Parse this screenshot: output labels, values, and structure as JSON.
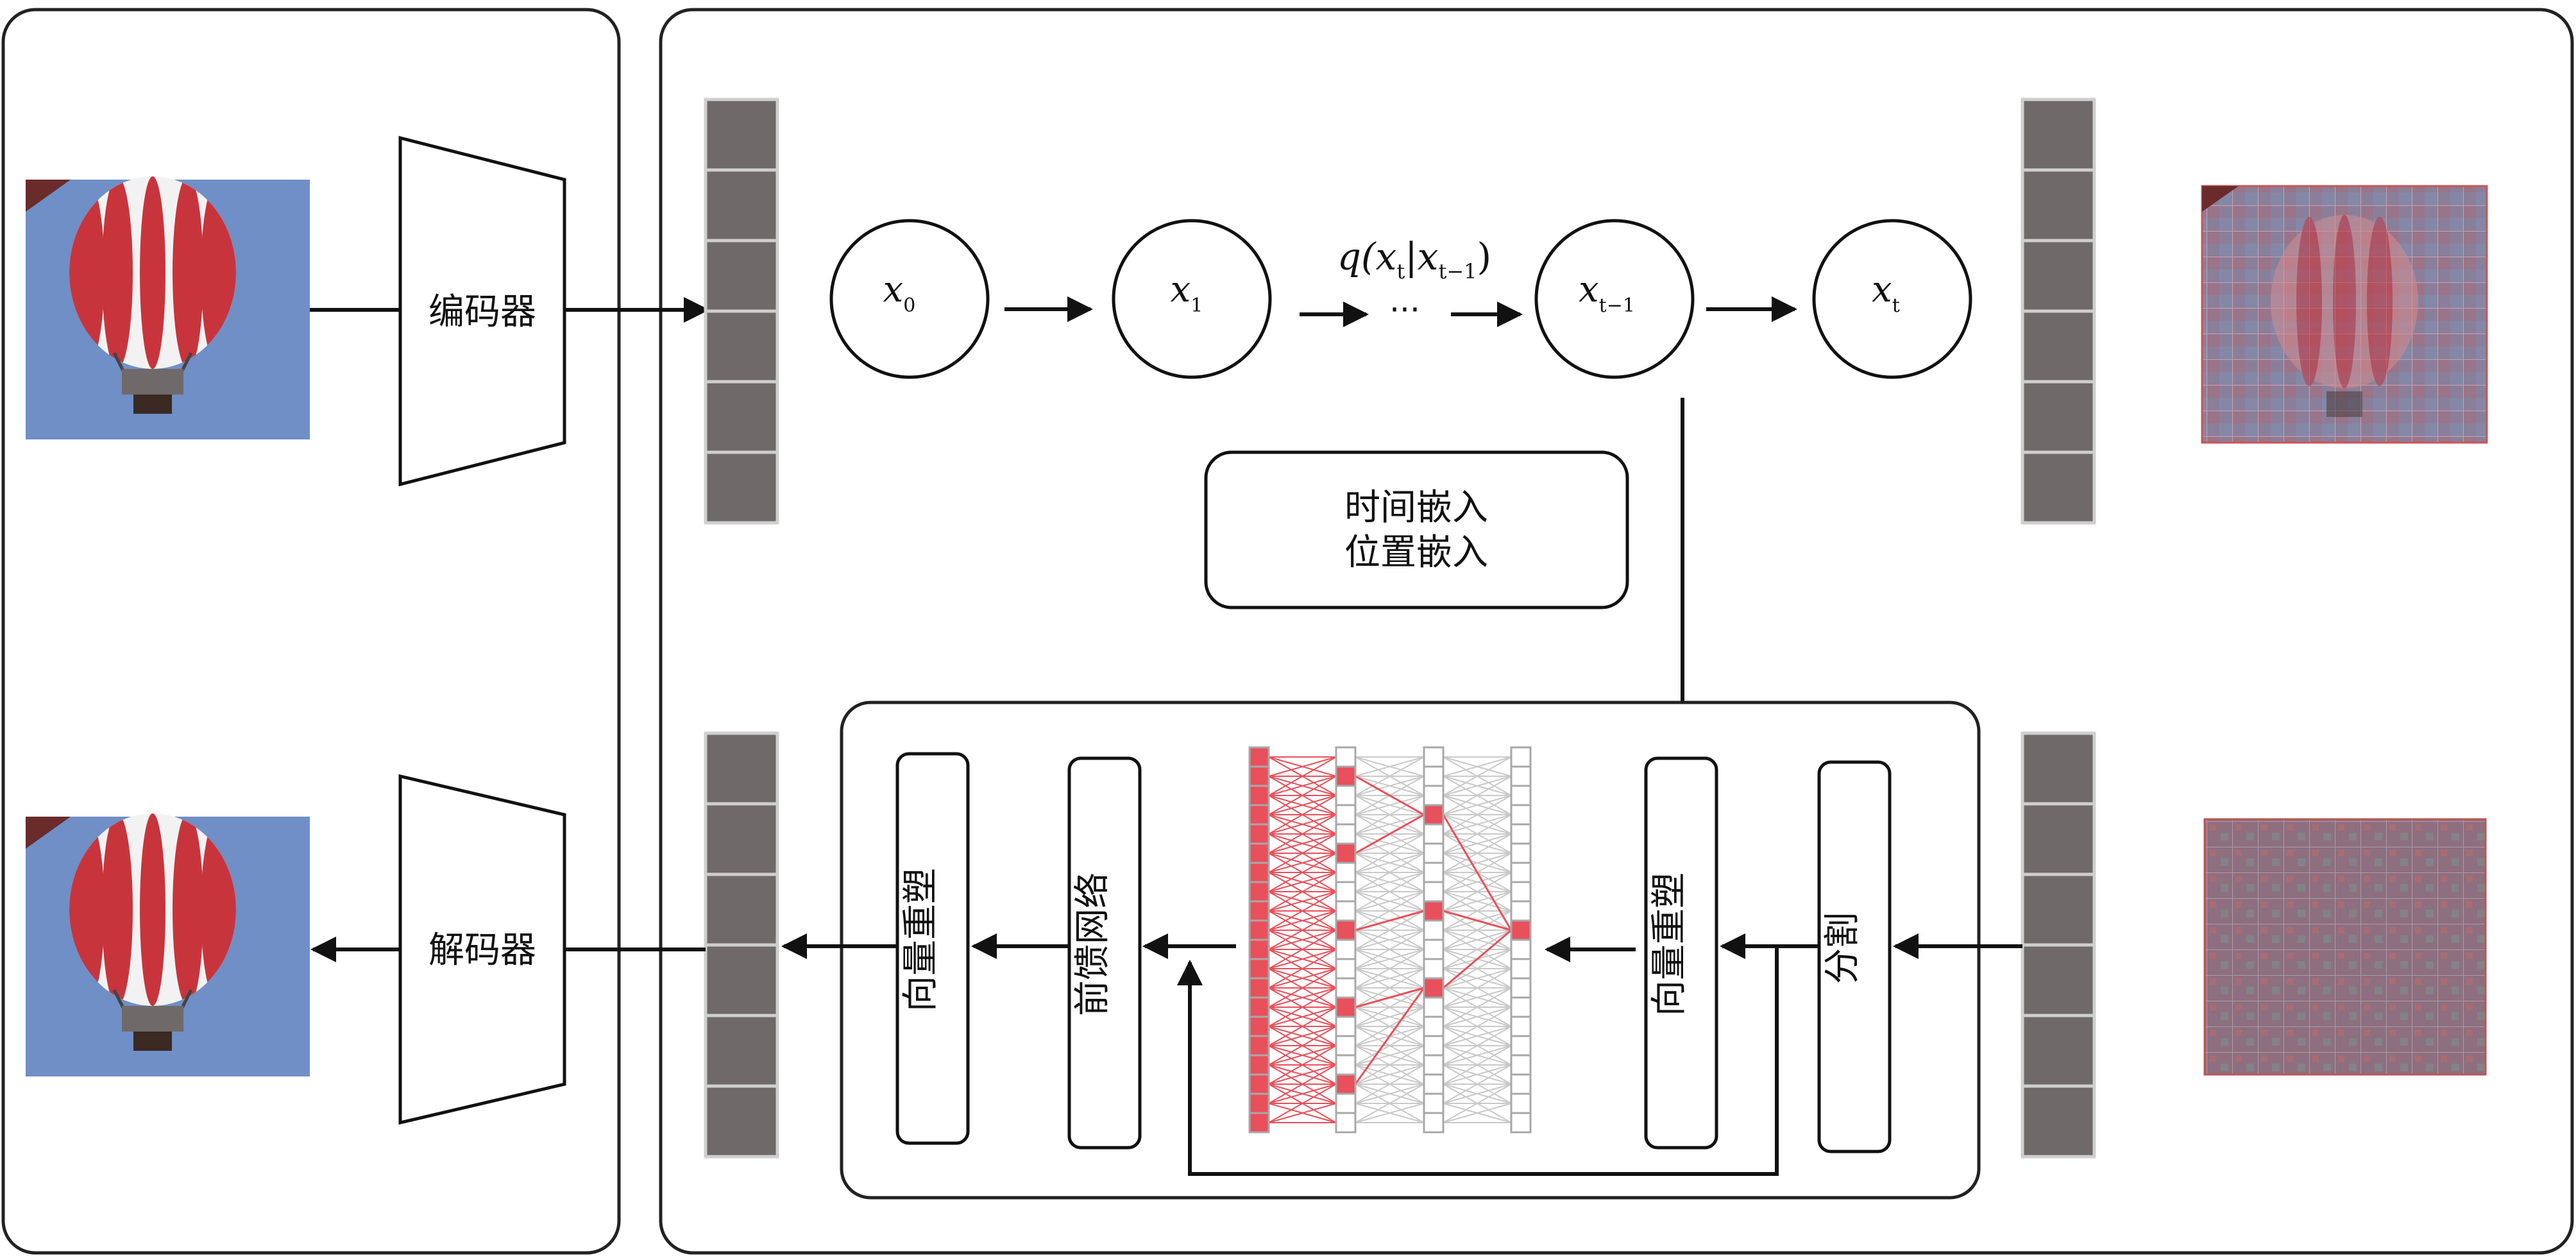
{
  "encoder_label": "编码器",
  "decoder_label": "解码器",
  "nodes": {
    "x0": {
      "base": "x",
      "sub": "0"
    },
    "x1": {
      "base": "x",
      "sub": "1"
    },
    "xt_1": {
      "base": "x",
      "sub": "t−1"
    },
    "xt": {
      "base": "x",
      "sub": "t"
    }
  },
  "forward_process": {
    "q": "q(",
    "x1": "x",
    "sub1": "t",
    "bar": "|",
    "x2": "x",
    "sub2": "t−1",
    "close": ")"
  },
  "ellipsis": "···",
  "embedding": {
    "line1": "时间嵌入",
    "line2": "位置嵌入"
  },
  "transformer_blocks": {
    "vector_reshape_left": "向量重塑",
    "feed_forward": "前馈网络",
    "vector_reshape_right": "向量重塑",
    "split": "分割"
  },
  "icons": {
    "balloon": "hot-air-balloon-image",
    "noisy": "noisy-balloon-image",
    "noise": "pure-noise-image"
  },
  "colors": {
    "token": "#6f6a69",
    "highlight": "#e8505b",
    "sky": "#6f8fc6"
  }
}
